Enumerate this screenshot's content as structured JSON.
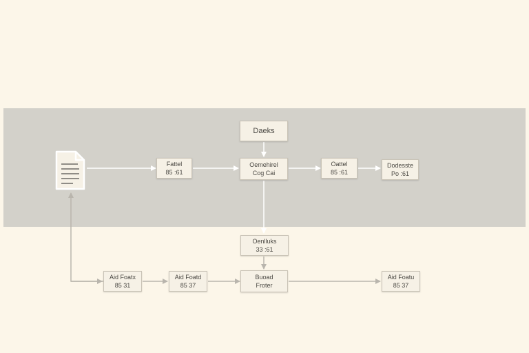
{
  "nodes": {
    "top": {
      "label": "Daeks"
    },
    "a": {
      "line1": "Fattel",
      "line2": "85 :61"
    },
    "center": {
      "line1": "Oemehirel",
      "line2": "Cog Cai"
    },
    "b": {
      "line1": "Oattel",
      "line2": "85 :61"
    },
    "c": {
      "line1": "Dodesste",
      "line2": "Po :61"
    },
    "mid": {
      "line1": "Oenlluks",
      "line2": "33 :61"
    },
    "bl1": {
      "line1": "Aid Foatx",
      "line2": "85 31"
    },
    "bl2": {
      "line1": "Aid Foatd",
      "line2": "85 37"
    },
    "bc": {
      "line1": "Buoad",
      "line2": "Froter"
    },
    "br": {
      "line1": "Aid Foatu",
      "line2": "85 37"
    }
  },
  "colors": {
    "background": "#fcf6e9",
    "band": "#d3d1ca",
    "node_fill": "#f6f1e6",
    "edge_band": "#ffffff",
    "edge_outer": "#b9b5ad"
  },
  "icons": {
    "source": "document-icon"
  }
}
